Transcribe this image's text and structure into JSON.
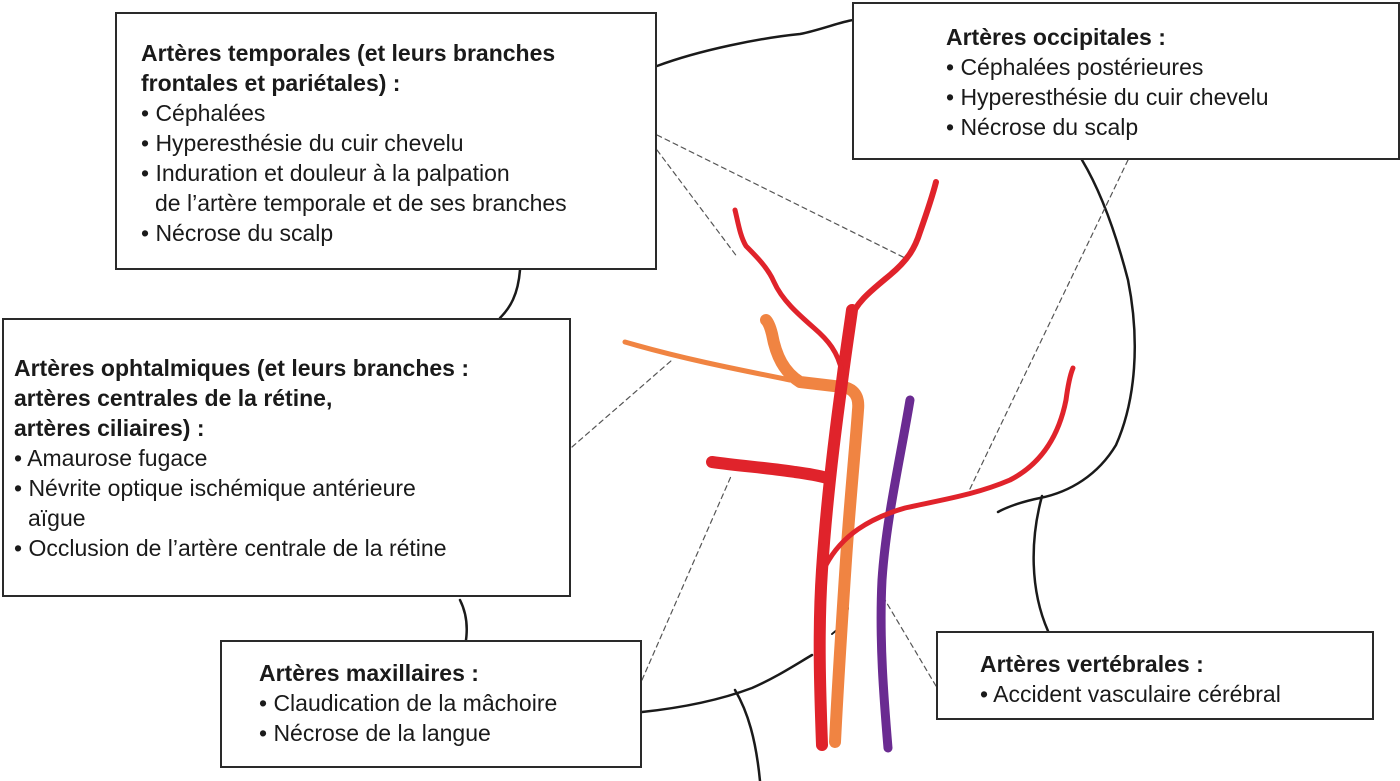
{
  "colors": {
    "external_carotid": "#e0232b",
    "internal_carotid": "#f08442",
    "vertebral": "#6a2b91",
    "outline": "#1a1a1a",
    "leader": "#555555"
  },
  "boxes": {
    "temporal": {
      "title_lines": [
        "Artères temporales (et leurs branches",
        "frontales et pariétales) :"
      ],
      "items": [
        [
          "• Céphalées"
        ],
        [
          "• Hyperesthésie du cuir chevelu"
        ],
        [
          "• Induration et douleur à la palpation",
          "de l’artère temporale et de ses branches"
        ],
        [
          "• Nécrose du scalp"
        ]
      ]
    },
    "occipital": {
      "title_lines": [
        "Artères occipitales :"
      ],
      "items": [
        [
          "• Céphalées postérieures"
        ],
        [
          "• Hyperesthésie du cuir chevelu"
        ],
        [
          "• Nécrose du scalp"
        ]
      ]
    },
    "ophthalmic": {
      "title_lines": [
        "Artères ophtalmiques (et leurs branches :",
        "artères centrales de la rétine,",
        "artères ciliaires) :"
      ],
      "items": [
        [
          "• Amaurose fugace"
        ],
        [
          "• Névrite optique ischémique antérieure",
          "aïgue"
        ],
        [
          "• Occlusion de l’artère centrale de la rétine"
        ]
      ]
    },
    "maxillary": {
      "title_lines": [
        "Artères maxillaires :"
      ],
      "items": [
        [
          "• Claudication de la mâchoire"
        ],
        [
          "• Nécrose de la langue"
        ]
      ]
    },
    "vertebral": {
      "title_lines": [
        "Artères vertébrales :"
      ],
      "items": [
        [
          "• Accident vasculaire cérébral"
        ]
      ]
    }
  }
}
